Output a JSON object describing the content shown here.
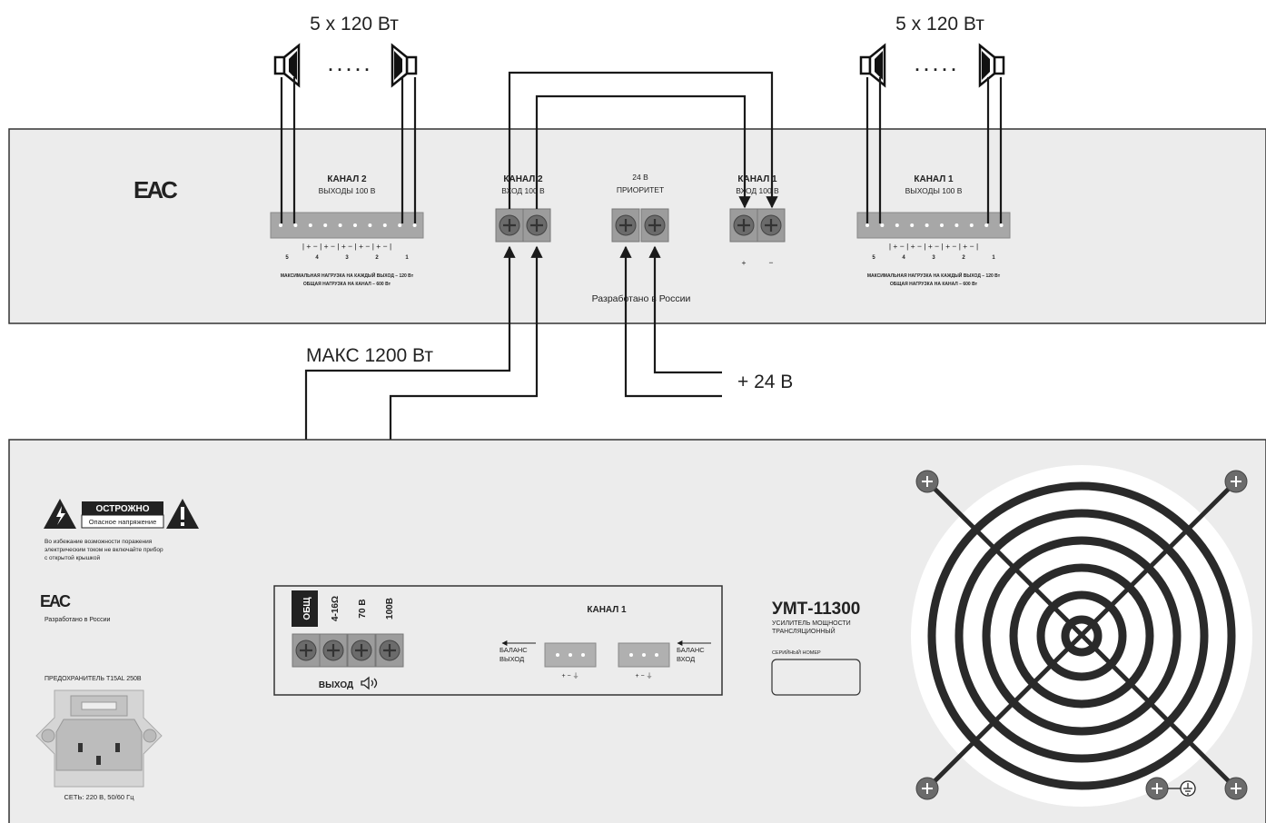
{
  "speakers_left_label": "5 x 120 Вт",
  "speakers_right_label": "5 x 120 Вт",
  "dots": ". . . . .",
  "source_power_label": "МАКС 1200 Вт",
  "supply_label": "+ 24 В",
  "module": {
    "eac": "EAC",
    "ch2_out_title": "КАНАЛ 2",
    "ch2_out_sub": "ВЫХОДЫ 100 В",
    "ch2_in_title": "КАНАЛ 2",
    "ch2_in_sub": "ВХОД 100 В",
    "priority_title": "24 В",
    "priority_sub": "ПРИОРИТЕТ",
    "ch1_in_title": "КАНАЛ 1",
    "ch1_in_sub": "ВХОД 100 В",
    "ch1_out_title": "КАНАЛ 1",
    "ch1_out_sub": "ВЫХОДЫ 100 В",
    "pin_signs": "| + − | + − | + − | + − | + − |",
    "pin_numbers": [
      "5",
      "4",
      "3",
      "2",
      "1"
    ],
    "plus": "+",
    "minus": "−",
    "load_note_1": "МАКСИМАЛЬНАЯ НАГРУЗКА НА КАЖДЫЙ ВЫХОД – 120 Вт",
    "load_note_2": "ОБЩАЯ НАГРУЗКА НА КАНАЛ – 600 Вт",
    "made_in": "Разработано в  России"
  },
  "amp": {
    "warning_title": "ОСТРОЖНО",
    "warning_sub": "Опасное напряжение",
    "warning_text": [
      "Во избежание возможности поражения",
      "электрическим током не включайте прибор",
      "с открытой крышкой"
    ],
    "eac": "EAC",
    "made_in": "Разработано в  России",
    "fuse": "ПРЕДОХРАНИТЕЛЬ T15AL 250B",
    "mains": "СЕТЬ: 220 В, 50/60 Гц",
    "terminals": [
      "ОБЩ",
      "4-16Ω",
      "70 В",
      "100В"
    ],
    "output_label": "ВЫХОД",
    "channel": "КАНАЛ 1",
    "bal_out": [
      "БАЛАНС",
      "ВЫХОД"
    ],
    "bal_in": [
      "БАЛАНС",
      "ВХОД"
    ],
    "xlr_pins": "+   −   ⏚",
    "model": "УМТ-11300",
    "model_sub": [
      "УСИЛИТЕЛЬ МОЩНОСТИ",
      "ТРАНСЛЯЦИОННЫЙ"
    ],
    "serial": "СЕРИЙНЫЙ НОМЕР"
  },
  "colors": {
    "panel": "#ececec",
    "terminal_block": "#a7a7a7",
    "screw": "#6b6b6b",
    "wire": "#1a1a1a",
    "text": "#222222"
  }
}
